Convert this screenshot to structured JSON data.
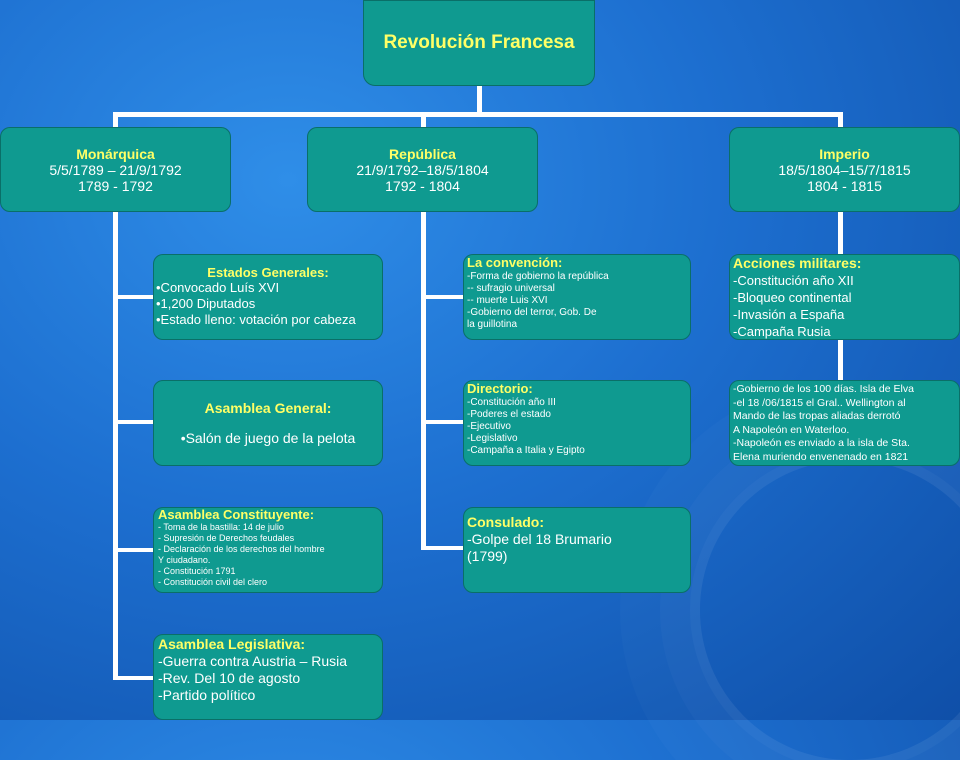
{
  "root": {
    "title": "Revolución Francesa"
  },
  "level1": {
    "monarquica": {
      "title": "Monárquica",
      "line1": "5/5/1789 – 21/9/1792",
      "line2": "1789 - 1792"
    },
    "republica": {
      "title": "República",
      "line1": "21/9/1792–18/5/1804",
      "line2": "1792 - 1804"
    },
    "imperio": {
      "title": "Imperio",
      "line1": "18/5/1804–15/7/1815",
      "line2": "1804 - 1815"
    }
  },
  "monarquica_children": {
    "estados_generales": {
      "title": "Estados Generales:",
      "items": [
        "•Convocado Luís XVI",
        "•1,200 Diputados",
        "•Estado lleno: votación por cabeza"
      ]
    },
    "asamblea_general": {
      "title": "Asamblea General:",
      "items": [
        "•Salón de juego de la pelota"
      ]
    },
    "asamblea_constituyente": {
      "title": "Asamblea Constituyente:",
      "items": [
        "- Toma de la bastilla: 14 de julio",
        "- Supresión de Derechos feudales",
        "- Declaración de los derechos del hombre",
        "Y ciudadano.",
        "- Constitución 1791",
        "- Constitución civil del clero"
      ]
    },
    "asamblea_legislativa": {
      "title": "Asamblea Legislativa:",
      "items": [
        "-Guerra contra Austria – Rusia",
        "-Rev. Del 10 de agosto",
        "-Partido político"
      ]
    }
  },
  "republica_children": {
    "convencion": {
      "title": "La convención:",
      "items": [
        "-Forma de gobierno la república",
        "-- sufragio universal",
        "-- muerte Luis XVI",
        "-Gobierno del terror, Gob. De",
        "la guillotina"
      ]
    },
    "directorio": {
      "title": "Directorio:",
      "items": [
        "-Constitución año III",
        "-Poderes el estado",
        "-Ejecutivo",
        "-Legislativo",
        "-Campaña a Italia y Egipto"
      ]
    },
    "consulado": {
      "title": "Consulado:",
      "items": [
        "-Golpe del 18 Brumario",
        "(1799)"
      ]
    }
  },
  "imperio_children": {
    "acciones": {
      "title": "Acciones militares:",
      "items": [
        "-Constitución año XII",
        "-Bloqueo continental",
        "-Invasión a España",
        "-Campaña Rusia"
      ]
    },
    "gobierno_100": {
      "items": [
        "-Gobierno de los 100 días. Isla de Elva",
        "-el 18 /06/1815 el Gral.. Wellington al",
        "Mando de las tropas aliadas derrotó",
        "A Napoleón en Waterloo.",
        "-Napoleón es enviado a la isla de Sta.",
        "Elena muriendo envenenado en 1821"
      ]
    }
  },
  "colors": {
    "box_fill": "#0f9a90",
    "title_text": "#ffff66",
    "background": "#1d6fd0",
    "connector": "#ffffff"
  }
}
